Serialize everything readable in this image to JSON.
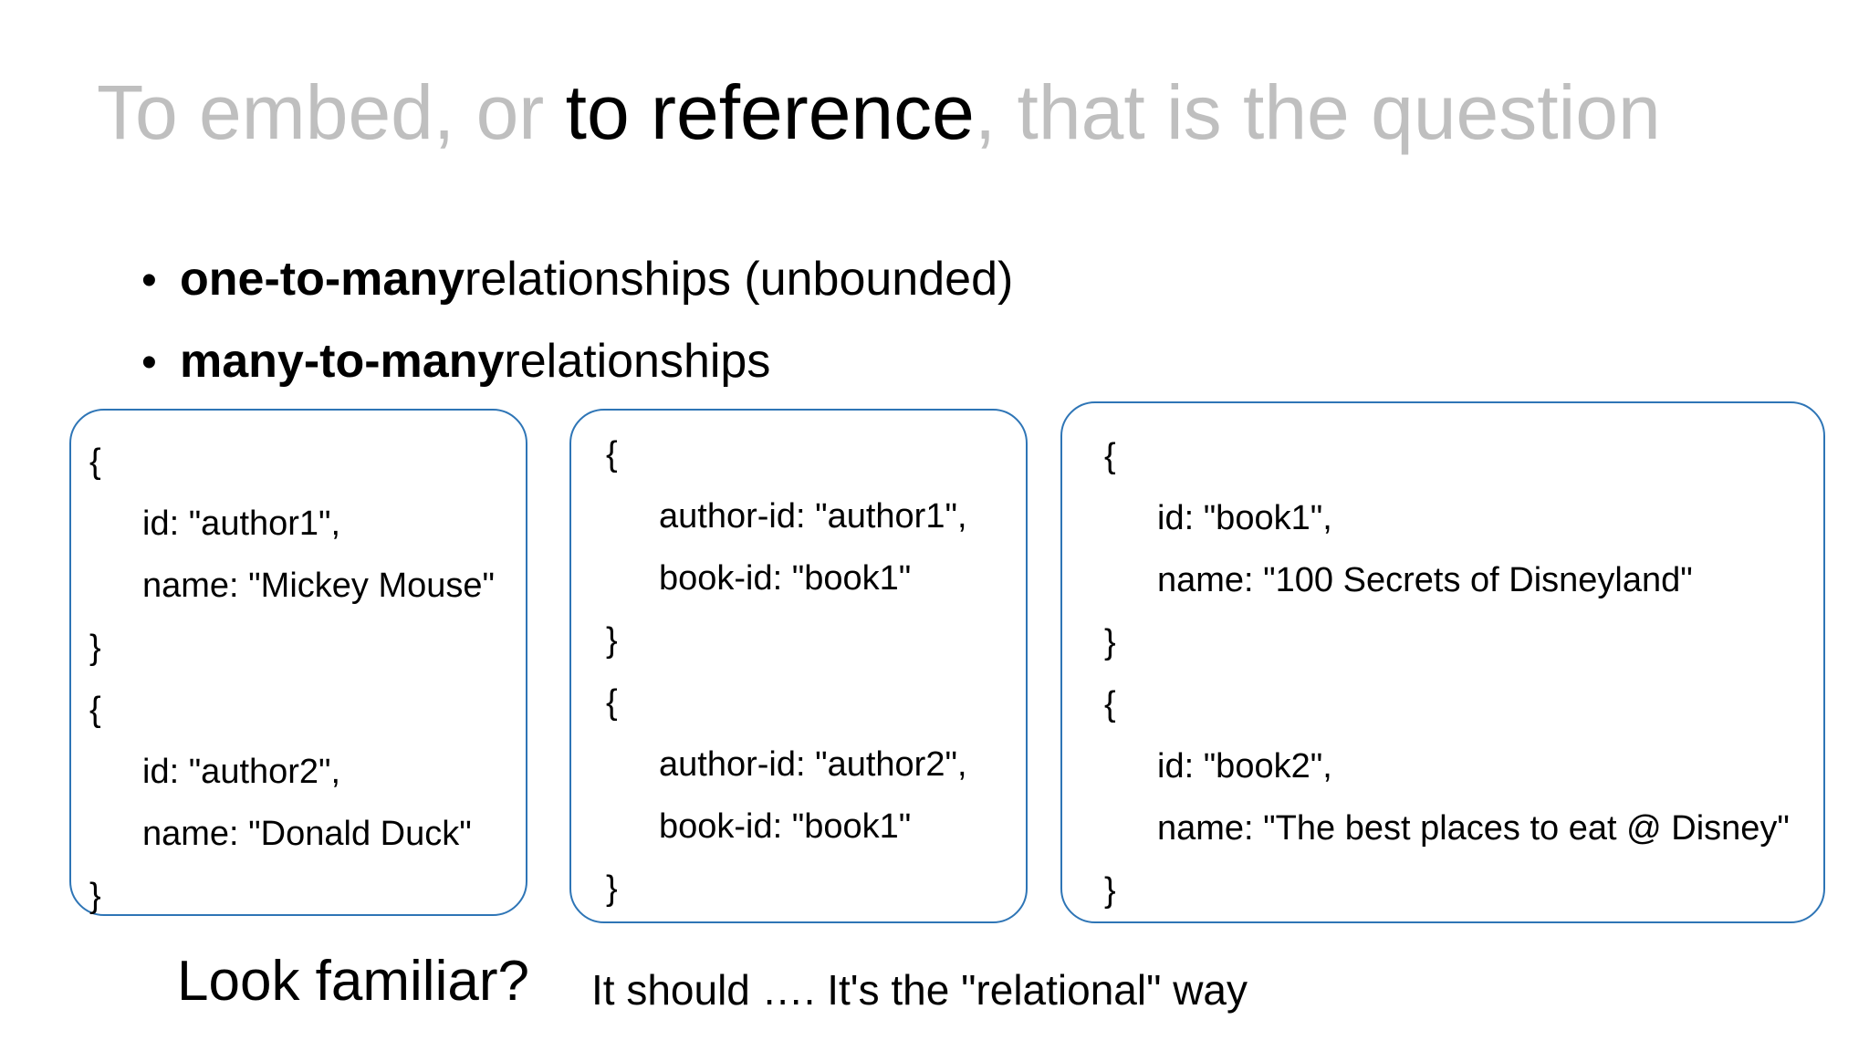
{
  "title": {
    "part1": "To embed, or ",
    "emphasis": "to reference",
    "part2": ", that is the question"
  },
  "bullets": [
    {
      "bold": "one-to-many",
      "rest": " relationships (unbounded)"
    },
    {
      "bold": "many-to-many",
      "rest": " relationships"
    }
  ],
  "cards": {
    "authors": {
      "lines": [
        "{",
        "id: \"author1\",",
        "name: \"Mickey Mouse\"",
        "}",
        "{",
        "id: \"author2\",",
        "name: \"Donald Duck\"",
        "}"
      ]
    },
    "links": {
      "lines": [
        "{",
        "author-id: \"author1\",",
        "book-id: \"book1\"",
        "}",
        "{",
        "author-id: \"author2\",",
        "book-id: \"book1\"",
        "}"
      ]
    },
    "books": {
      "lines": [
        "{",
        "id: \"book1\",",
        "name: \"100 Secrets of Disneyland\"",
        "}",
        "{",
        "id: \"book2\",",
        "name: \"The best places to eat @ Disney\"",
        "}"
      ]
    }
  },
  "footer": {
    "question": "Look familiar?",
    "answer": "It should …. It's the \"relational\" way"
  },
  "colors": {
    "title_gray": "#bfbfbf",
    "card_border": "#2e75b6"
  }
}
